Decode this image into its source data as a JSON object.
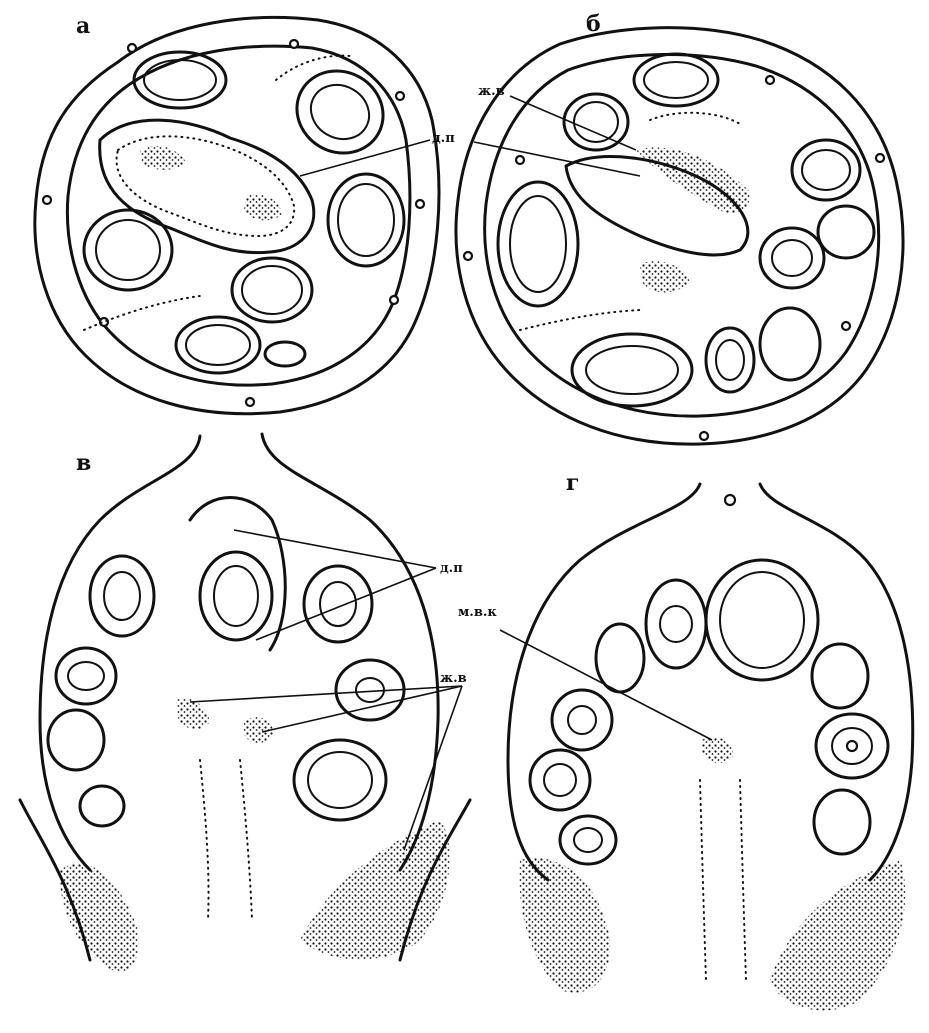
{
  "panels": [
    {
      "letter": "а",
      "labels": [
        "д.п"
      ]
    },
    {
      "letter": "б",
      "labels": [
        "ж.в"
      ]
    },
    {
      "letter": "в",
      "labels": [
        "д.п",
        "ж.в"
      ]
    },
    {
      "letter": "г",
      "labels": [
        "м.в.к"
      ]
    }
  ],
  "colors": {
    "ink": "#111111",
    "paper": "#ffffff"
  }
}
